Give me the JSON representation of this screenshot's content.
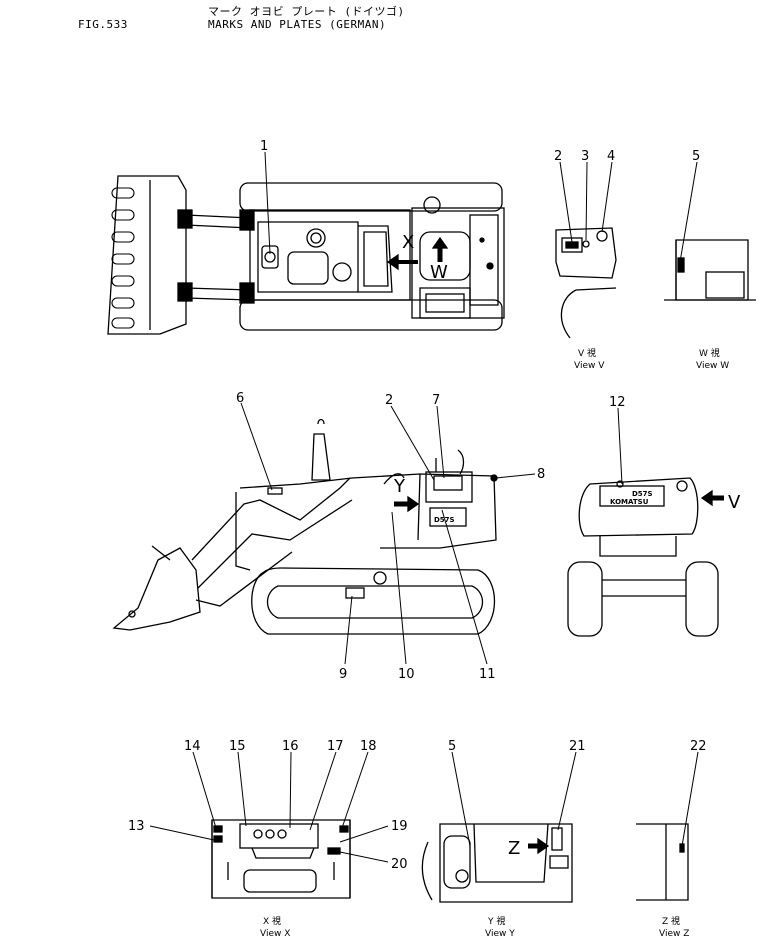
{
  "header": {
    "fig_no": "FIG.533",
    "title_jp": "マーク オヨビ プレート (ドイツゴ)",
    "title_en": "MARKS AND PLATES (GERMAN)"
  },
  "callouts": [
    "1",
    "2",
    "3",
    "4",
    "5",
    "6",
    "2",
    "7",
    "8",
    "12",
    "9",
    "10",
    "11",
    "14",
    "15",
    "16",
    "17",
    "18",
    "13",
    "19",
    "20",
    "5",
    "21",
    "22"
  ],
  "arrow_letters": {
    "x": "X",
    "w": "W",
    "y": "Y",
    "z": "Z",
    "v": "V"
  },
  "plate_texts": {
    "model": "D57S",
    "brand": "KOMATSU"
  },
  "views": [
    {
      "jp": "V 視",
      "en": "View V"
    },
    {
      "jp": "W 視",
      "en": "View W"
    },
    {
      "jp": "X 視",
      "en": "View X"
    },
    {
      "jp": "Y 視",
      "en": "View Y"
    },
    {
      "jp": "Z 視",
      "en": "View Z"
    }
  ]
}
